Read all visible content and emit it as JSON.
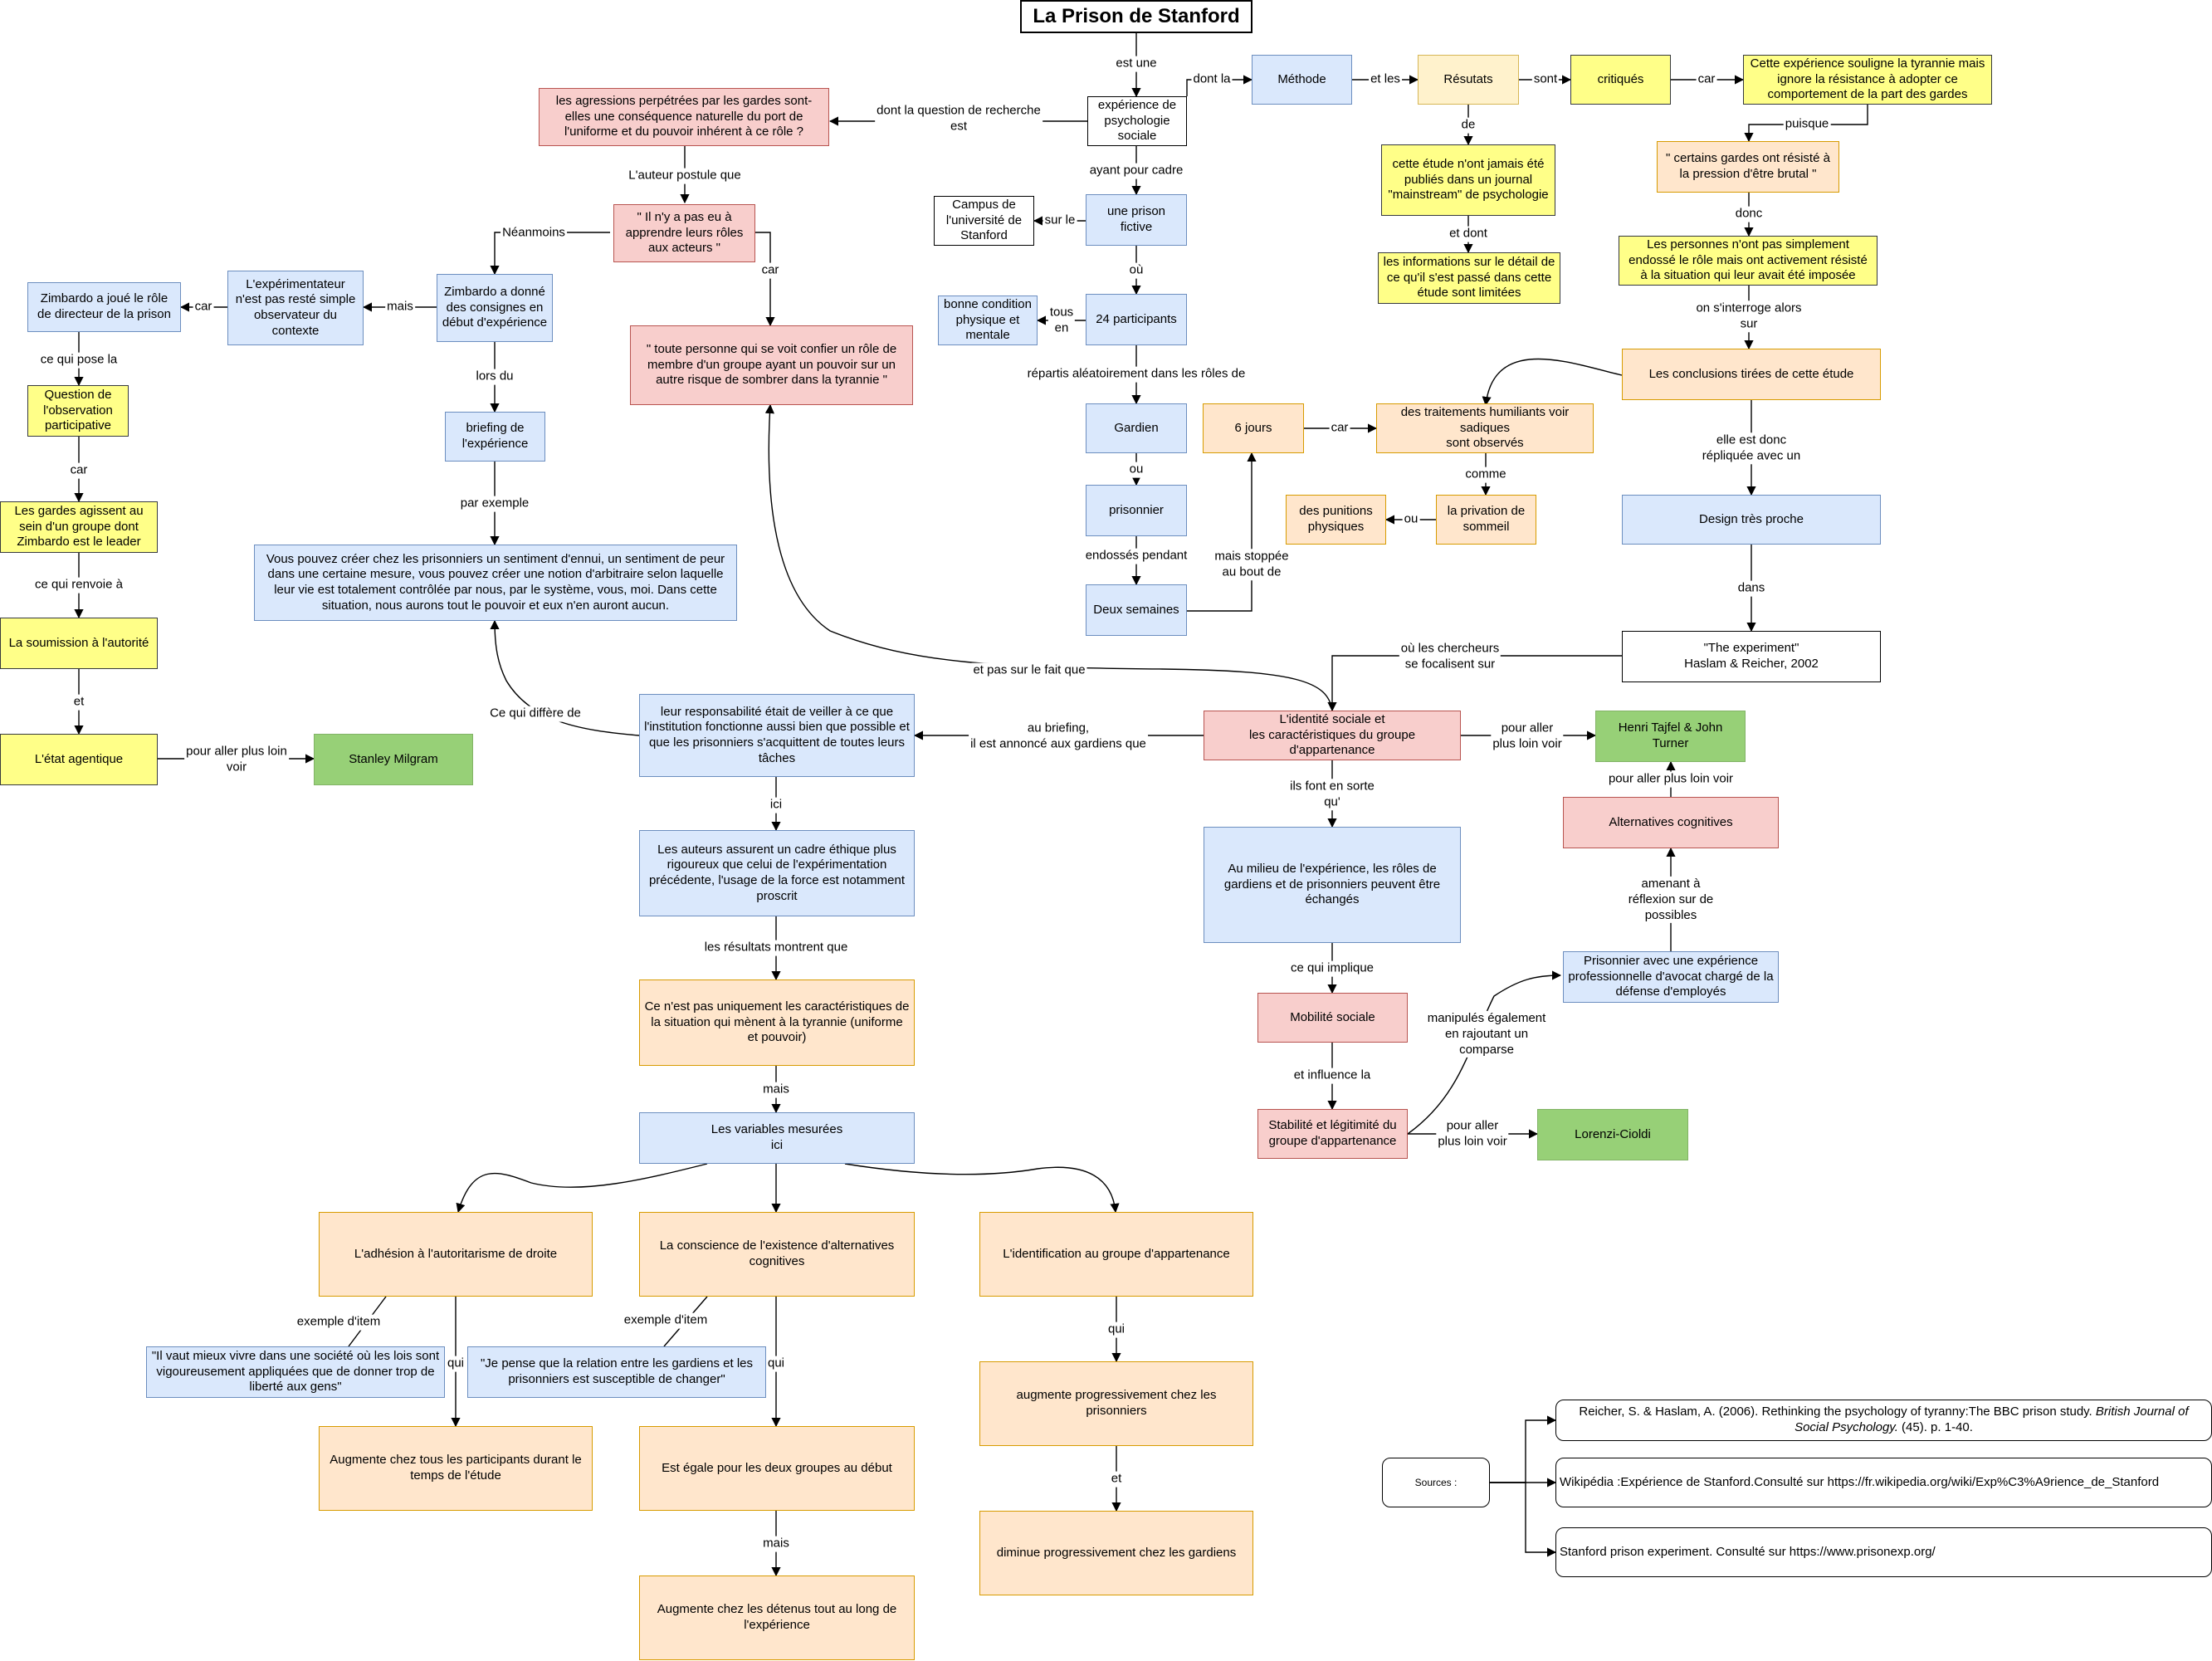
{
  "title": "La Prison de Stanford",
  "nodes": {
    "experience": "expérience de psychologie sociale",
    "methode": "Méthode",
    "resultats": "Résutats",
    "critiques": "critiqués",
    "tyrannie_critique": "Cette expérience souligne la tyrannie mais ignore la résistance à adopter ce comportement de la part des gardes",
    "certains_gardes": "\" certains gardes ont résisté à la pression d'être brutal \"",
    "personnes": "Les personnes n'ont pas simplement endossé le rôle mais ont activement résisté à la situation qui leur avait été imposée",
    "conclusions": "Les conclusions tirées de cette étude",
    "design": "Design très proche",
    "the_experiment": "\"The experiment\"\nHaslam & Reicher, 2002",
    "identite": "L'identité sociale et\nles caractéristiques du groupe d'appartenance",
    "tajfel": "Henri Tajfel & John Turner",
    "alternatives": "Alternatives cognitives",
    "prisonnier_avocat": "Prisonnier avec une expérience professionnelle  d'avocat chargé de la défense d'employés",
    "milieu": "Au milieu de l'expérience, les rôles de gardiens et de prisonniers peuvent être échangés",
    "mobilite": "Mobilité sociale",
    "stabilite": "Stabilité et légitimité du groupe d'appartenance",
    "lorenzi": "Lorenzi-Cioldi",
    "etude_publiee": "cette étude n'ont jamais été publiés dans un journal \"mainstream\" de psychologie",
    "informations": "les informations sur le détail de ce qu'il s'est passé dans cette étude sont limitées",
    "six_jours": "6 jours",
    "traitements": "des traitements humiliants voir sadiques\nsont observés",
    "privation": "la privation de sommeil",
    "punitions": "des punitions physiques",
    "prison_fictive": "une prison fictive",
    "campus": "Campus de l'université de Stanford",
    "participants": "24 participants",
    "bonne_condition": "bonne condition physique et mentale",
    "gardien": "Gardien",
    "prisonnier": "prisonnier",
    "deux_semaines": "Deux semaines",
    "agressions": "les agressions perpétrées par les gardes sont-elles une conséquence naturelle du port de l'uniforme et du pouvoir inhérent à ce rôle ?",
    "il_ny_a_pas": "\" Il n'y a pas eu à apprendre leurs rôles aux acteurs \"",
    "toute_personne": "\" toute personne qui se voit confier un rôle de membre d'un groupe ayant un pouvoir sur un autre risque de sombrer dans la tyrannie \"",
    "consignes": "Zimbardo a donné des consignes en début d'expérience",
    "briefing": "briefing de l'expérience",
    "citation": "Vous pouvez créer chez les prisonniers un sentiment d'ennui, un sentiment de peur dans une certaine mesure, vous pouvez créer une notion d'arbitraire selon laquelle leur vie est totalement contrôlée par nous, par le système, vous, moi. Dans cette situation, nous aurons tout le pouvoir et eux n'en auront aucun.",
    "experimentateur": "L'expérimentateur n'est pas resté simple observateur du contexte",
    "zimbardo_role": "Zimbardo a joué le rôle de directeur de la prison",
    "question_obs": "Question de l'observation participative",
    "gardes_agissent": "Les gardes agissent au sein d'un groupe dont Zimbardo est le leader",
    "soumission": "La soumission à l'autorité",
    "etat_agentique": "L'état agentique",
    "milgram": "Stanley Milgram",
    "responsabilite": "leur responsabilité était de veiller à ce que l'institution fonctionne aussi bien que possible et que les prisonniers s'acquittent de toutes leurs tâches",
    "cadre_ethique": "Les auteurs assurent un cadre éthique plus rigoureux que celui de l'expérimentation précédente, l'usage de la force est notamment proscrit",
    "pas_uniquement": "Ce n'est pas uniquement les caractéristiques de la situation qui mènent à la tyrannie (uniforme et pouvoir)",
    "variables": "Les variables mesurées\nici",
    "adhesion": "L'adhésion à l'autoritarisme de droite",
    "conscience": "La conscience de l'existence d'alternatives cognitives",
    "identification": "L'identification au groupe d'appartenance",
    "item1": "\"Il vaut mieux vivre dans une société où les lois sont vigoureusement appliquées que de donner trop de liberté aux gens\"",
    "item2": "\"Je pense que la relation entre les gardiens et les prisonniers est susceptible de changer\"",
    "augmente_tous": "Augmente chez tous les participants durant le temps de l'étude",
    "egale": "Est égale pour les deux groupes au début",
    "augmente_detenus": "Augmente chez les détenus tout au long de l'expérience",
    "augmente_prisonniers": "augmente progressivement chez les prisonniers",
    "diminue": "diminue progressivement chez les gardiens",
    "sources": "Sources :",
    "source_reicher_main": "Reicher, S. & Haslam, A. (2006). Rethinking the psychology of tyranny:The BBC prison study. ",
    "source_reicher_journal": "British Journal of Social Psychology.",
    "source_reicher_end": " (45). p. 1-40.",
    "source_wikipedia": "Wikipédia :Expérience de Stanford.Consulté sur https://fr.wikipedia.org/wiki/Exp%C3%A9rience_de_Stanford",
    "source_prisonexp": "Stanford prison experiment. Consulté sur https://www.prisonexp.org/"
  },
  "labels": {
    "est_une": "est une",
    "dont_la": "dont la",
    "et_les": "et les",
    "sont": "sont",
    "car_1": "car",
    "puisque": "puisque",
    "donc": "donc",
    "on_sinterroge": "on s'interroge alors\nsur",
    "elle_est_donc": "elle est donc\nrépliquée avec un",
    "dans": "dans",
    "ou_les_chercheurs": "où les chercheurs\nse focalisent sur",
    "pour_aller_1": "pour aller\nplus loin voir",
    "pour_aller_2": "pour aller plus loin voir",
    "amenant": "amenant à\nréflexion sur de\npossibles",
    "manipules": "manipulés également\nen rajoutant un\ncomparse",
    "ils_font": "ils font en sorte\nqu'",
    "ce_qui_implique": "ce qui implique",
    "et_influence": "et influence la",
    "pour_aller_3": "pour aller\nplus loin voir",
    "de": "de",
    "et_dont": "et dont",
    "car_2": "car",
    "comme": "comme",
    "ou_1": "ou",
    "mais_stoppee": "mais stoppée\nau bout de",
    "ayant_pour_cadre": "ayant pour cadre",
    "sur_le": "sur le",
    "ou_2": "où",
    "tous_en": "tous\nen",
    "repartis": "répartis aléatoirement dans les rôles de",
    "ou_3": "ou",
    "endosses": "endossés pendant",
    "dont_question": "dont la question de recherche\nest",
    "lauteur": "L'auteur postule que",
    "neanmoins": "Néanmoins",
    "car_3": "car",
    "lors_du": "lors du",
    "par_exemple": "par exemple",
    "mais_1": "mais",
    "car_4": "car",
    "ce_qui_pose": "ce qui pose la",
    "car_5": "car",
    "ce_qui_renvoie": "ce qui renvoie à",
    "et_1": "et",
    "pour_aller_4": "pour aller plus loin\nvoir",
    "ce_qui_differe": "Ce qui diffère de",
    "et_pas_sur": "et pas sur le fait que",
    "au_briefing": "au briefing,\nil est annoncé aux gardiens que",
    "ici": "ici",
    "les_resultats": "les résultats montrent que",
    "mais_2": "mais",
    "exemple_item_1": "exemple d'item",
    "qui_1": "qui",
    "exemple_item_2": "exemple d'item",
    "qui_2": "qui",
    "mais_3": "mais",
    "qui_3": "qui",
    "et_2": "et"
  }
}
